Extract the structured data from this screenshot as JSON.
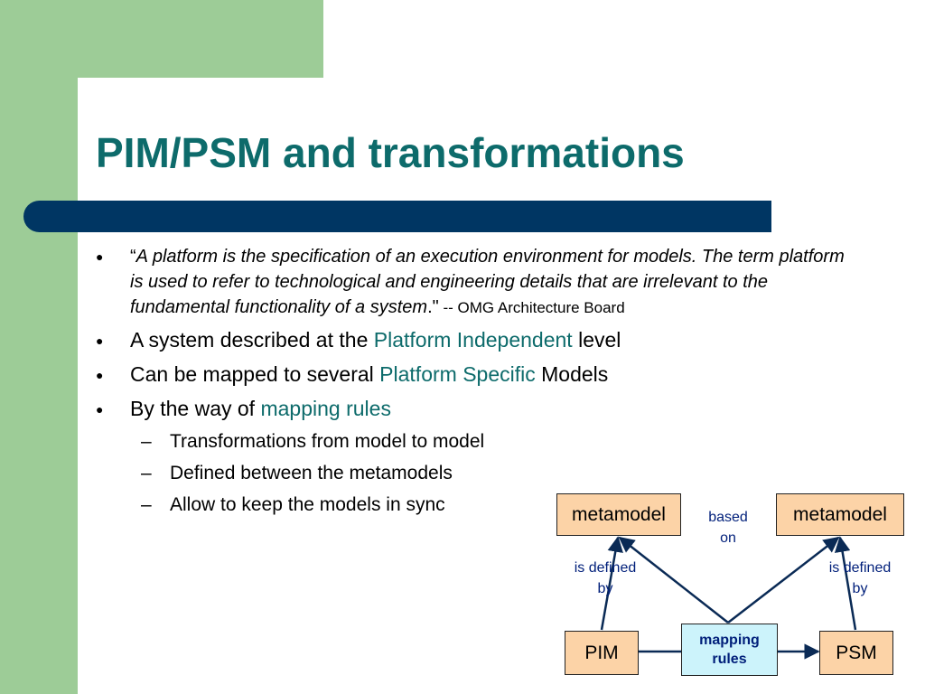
{
  "slide": {
    "title": "PIM/PSM and transformations",
    "quote": {
      "open_mark": "“",
      "text": "A platform is the specification of an execution environment for models. The term platform is used to refer to technological and engineering details that are irrelevant to the     fundamental functionality of a system",
      "close_mark": ".\"",
      "attribution": " -- OMG Architecture Board"
    },
    "bullets": [
      {
        "prefix": "A system described at the ",
        "accent": "Platform Independent",
        "suffix": " level"
      },
      {
        "prefix": "Can be mapped to several ",
        "accent": "Platform Specific",
        "suffix": " Models"
      },
      {
        "prefix": "By the way of ",
        "accent": "mapping rules",
        "suffix": ""
      }
    ],
    "sub_bullets": [
      "Transformations from model to model",
      "Defined between the metamodels",
      "Allow to keep the models in sync"
    ]
  },
  "diagram": {
    "metamodel_left": "metamodel",
    "metamodel_right": "metamodel",
    "based_on_line1": "based",
    "based_on_line2": "on",
    "defined_left_line1": "is defined",
    "defined_left_line2": "by",
    "defined_right_line1": "is defined",
    "defined_right_line2": "by",
    "pim": "PIM",
    "psm": "PSM",
    "mapping_line1": "mapping",
    "mapping_line2": "rules"
  },
  "colors": {
    "title": "#0d6b6b",
    "accent_text": "#0d6b6b",
    "side_green": "#9dcc97",
    "title_bar": "#003663",
    "box_fill": "#fcd3a7",
    "mapping_fill": "#ccf3fb",
    "diagram_text": "#001f7a"
  }
}
